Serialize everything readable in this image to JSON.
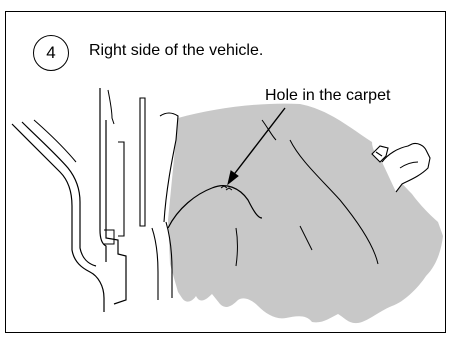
{
  "step": {
    "number": "4",
    "title": "Right side of the vehicle."
  },
  "callout": {
    "label": "Hole in the carpet"
  },
  "colors": {
    "carpet_fill": "#c8c8c8",
    "line": "#000000"
  }
}
